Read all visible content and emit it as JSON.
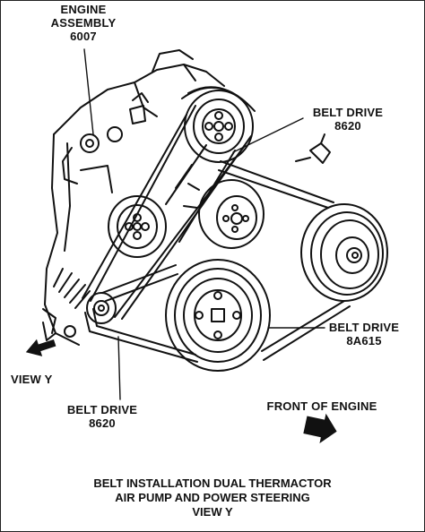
{
  "labels": {
    "engine_assembly": {
      "line1": "ENGINE",
      "line2": "ASSEMBLY",
      "line3": "6007"
    },
    "belt_drive_top": {
      "line1": "BELT DRIVE",
      "line2": "8620"
    },
    "belt_drive_right": {
      "line1": "BELT DRIVE",
      "line2": "8A615"
    },
    "belt_drive_bottom": {
      "line1": "BELT DRIVE",
      "line2": "8620"
    },
    "view_y": "VIEW Y",
    "front_of_engine": "FRONT OF ENGINE"
  },
  "caption": {
    "line1": "BELT INSTALLATION DUAL THERMACTOR",
    "line2": "AIR PUMP AND POWER STEERING",
    "line3": "VIEW Y"
  }
}
